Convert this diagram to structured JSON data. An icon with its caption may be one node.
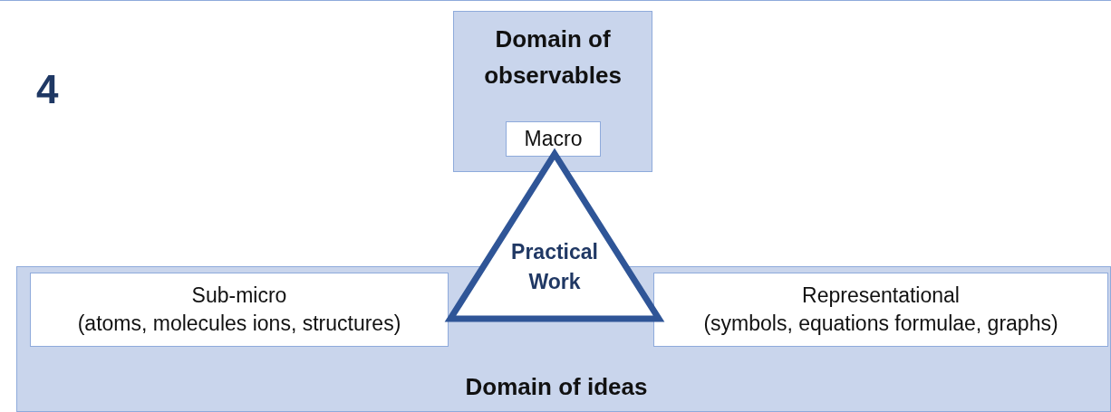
{
  "diagram": {
    "nodes": [
      {
        "text": [
          "Domain of observables"
        ]
      },
      {
        "text": [
          "Macro"
        ],
        "in": 0
      },
      {
        "text": [
          "Domain of ideas"
        ]
      },
      {
        "text": [
          "Sub-micro",
          "(atoms, molecules ions, structures)"
        ],
        "in": 2
      },
      {
        "text": [
          "Representational",
          "(symbols, equations formulae, graphs)"
        ],
        "in": 2
      },
      {
        "text": [
          "Practical Work"
        ]
      }
    ],
    "edges": [],
    "labels": [
      "4"
    ]
  }
}
